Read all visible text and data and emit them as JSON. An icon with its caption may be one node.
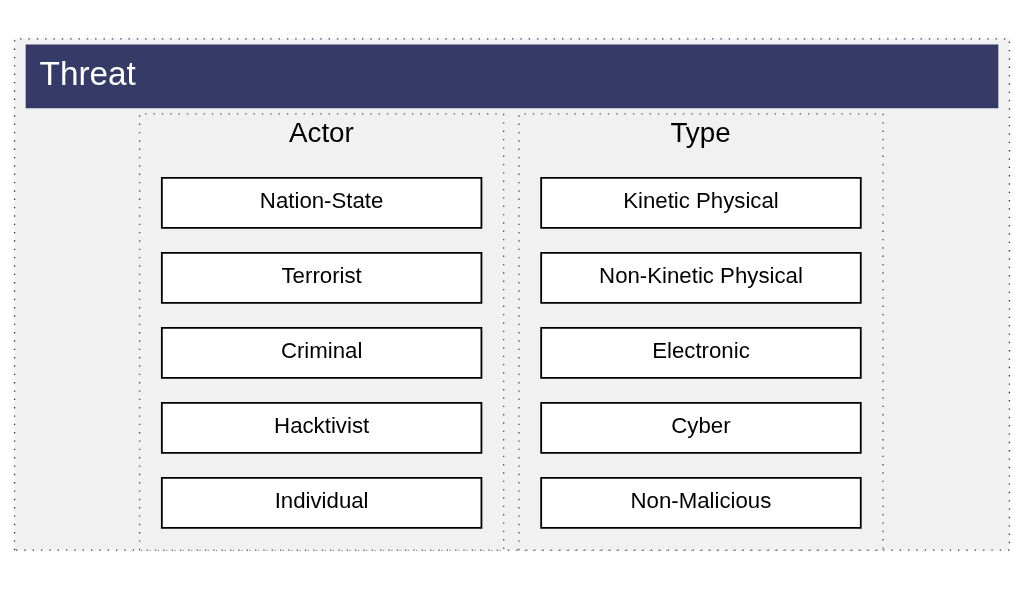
{
  "diagram": {
    "nodes": [
      {
        "text": [
          "Threat"
        ]
      },
      {
        "text": [
          "Actor"
        ],
        "in": 0
      },
      {
        "text": [
          "Nation-State"
        ],
        "in": 1
      },
      {
        "text": [
          "Terrorist"
        ],
        "in": 1
      },
      {
        "text": [
          "Criminal"
        ],
        "in": 1
      },
      {
        "text": [
          "Hacktivist"
        ],
        "in": 1
      },
      {
        "text": [
          "Individual"
        ],
        "in": 1
      },
      {
        "text": [
          "Type"
        ],
        "in": 0
      },
      {
        "text": [
          "Kinetic Physical"
        ],
        "in": 7
      },
      {
        "text": [
          "Non-Kinetic Physical"
        ],
        "in": 7
      },
      {
        "text": [
          "Electronic"
        ],
        "in": 7
      },
      {
        "text": [
          "Cyber"
        ],
        "in": 7
      },
      {
        "text": [
          "Non-Malicious"
        ],
        "in": 7
      }
    ],
    "edges": []
  }
}
